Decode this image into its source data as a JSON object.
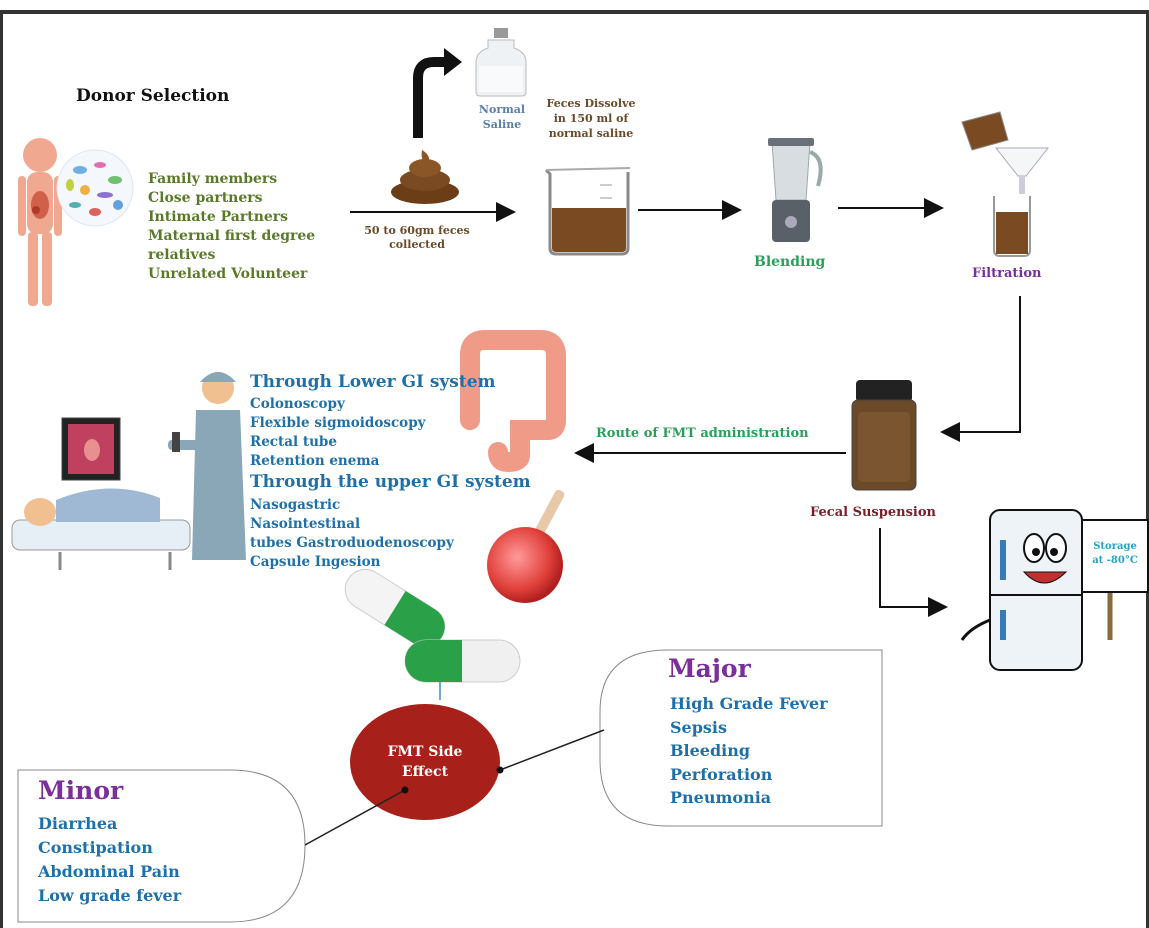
{
  "donor": {
    "title": "Donor Selection",
    "items": [
      "Family members",
      "Close partners",
      "Intimate Partners",
      "Maternal first degree",
      "relatives",
      "Unrelated Volunteer"
    ]
  },
  "collection": {
    "label_line1": "50 to 60gm feces",
    "label_line2": "collected"
  },
  "saline": {
    "line1": "Normal",
    "line2": "Saline"
  },
  "dissolve": {
    "line1": "Feces Dissolve",
    "line2": "in 150 ml of",
    "line3": "normal saline"
  },
  "steps": {
    "blending": "Blending",
    "filtration": "Filtration",
    "suspension": "Fecal Suspension"
  },
  "route": {
    "label": "Route of FMT administration"
  },
  "storage": {
    "line1": "Storage",
    "line2": "at -80°C"
  },
  "administration": {
    "lower_title": "Through Lower GI system",
    "lower_items": [
      "Colonoscopy",
      "Flexible sigmoidoscopy",
      "Rectal tube",
      "Retention enema"
    ],
    "upper_title": "Through the upper GI system",
    "upper_items": [
      "Nasogastric",
      "Nasointestinal",
      "tubes  Gastroduodenoscopy",
      "Capsule Ingesion"
    ]
  },
  "side_effect": {
    "line1": "FMT Side",
    "line2": "Effect"
  },
  "major": {
    "title": "Major",
    "items": [
      "High Grade Fever",
      "Sepsis",
      "Bleeding",
      "Perforation",
      "Pneumonia"
    ]
  },
  "minor": {
    "title": "Minor",
    "items": [
      "Diarrhea",
      "Constipation",
      "Abdominal Pain",
      "Low grade fever"
    ]
  },
  "colors": {
    "green_text": "#5a7a2a",
    "blue_text": "#1f6fa8",
    "purple_text": "#7a2f9a",
    "side_effect_fill": "#a8201a",
    "feces": "#7a4a22"
  }
}
